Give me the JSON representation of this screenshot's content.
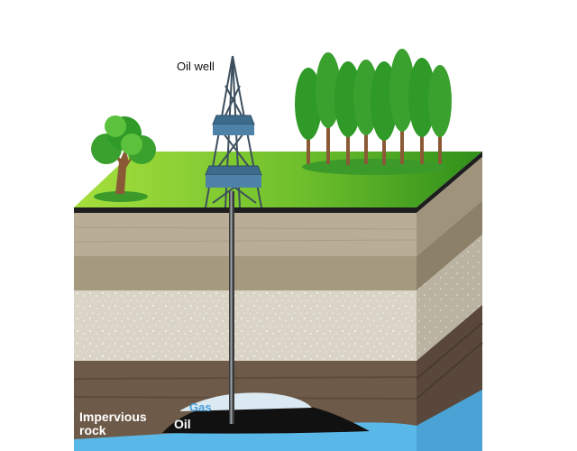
{
  "labels": {
    "oil_well": "Oil well",
    "gas": "Gas",
    "oil": "Oil",
    "impervious_line1": "Impervious",
    "impervious_line2": "rock"
  },
  "colors": {
    "grass_light": "#9bd83a",
    "grass_dark": "#3f9e1e",
    "soil": "#b9ad97",
    "clay": "#a99e84",
    "sand": "#d8d3c6",
    "rock": "#6e5a48",
    "water": "#5ab8e8",
    "gas": "#dbe9f2",
    "gas_label": "#4a9fd8",
    "oil": "#111111",
    "derrick": "#3d6b8c"
  }
}
